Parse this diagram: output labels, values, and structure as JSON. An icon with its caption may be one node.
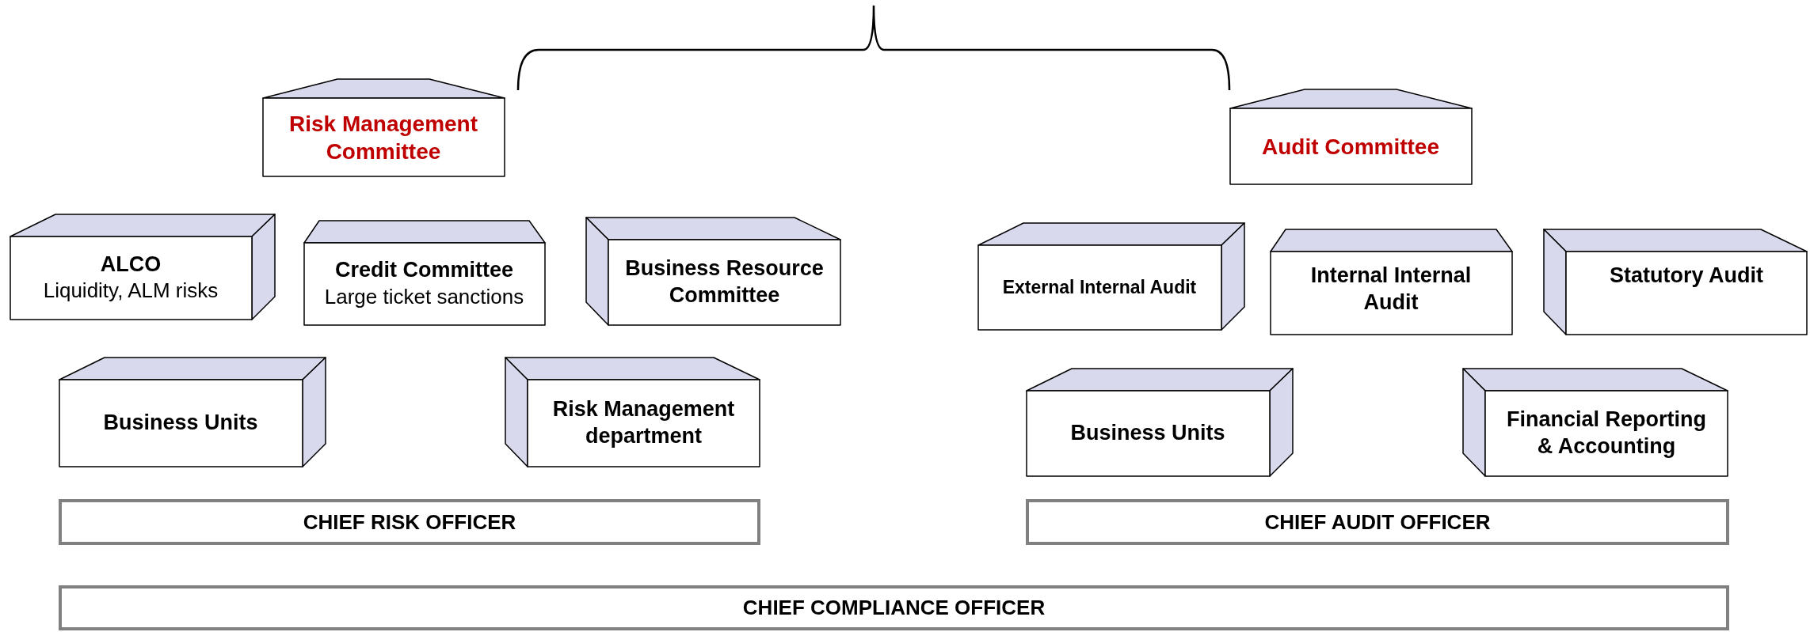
{
  "diagram": {
    "nodes": [
      {
        "text": [
          "Risk Management Committee"
        ]
      },
      {
        "text": [
          "Audit Committee"
        ]
      },
      {
        "text": [
          "ALCO",
          "Liquidity, ALM risks"
        ]
      },
      {
        "text": [
          "Credit Committee",
          "Large ticket sanctions"
        ]
      },
      {
        "text": [
          "Business Resource Committee"
        ]
      },
      {
        "text": [
          "External Internal Audit"
        ]
      },
      {
        "text": [
          "Internal Internal Audit"
        ]
      },
      {
        "text": [
          "Statutory Audit"
        ]
      },
      {
        "text": [
          "Business Units"
        ]
      },
      {
        "text": [
          "Risk Management department"
        ]
      },
      {
        "text": [
          "Business Units"
        ]
      },
      {
        "text": [
          "Financial Reporting & Accounting"
        ]
      },
      {
        "text": [
          "CHIEF RISK OFFICER"
        ]
      },
      {
        "text": [
          "CHIEF AUDIT OFFICER"
        ]
      },
      {
        "text": [
          "CHIEF COMPLIANCE OFFICER"
        ]
      }
    ],
    "edges": []
  }
}
